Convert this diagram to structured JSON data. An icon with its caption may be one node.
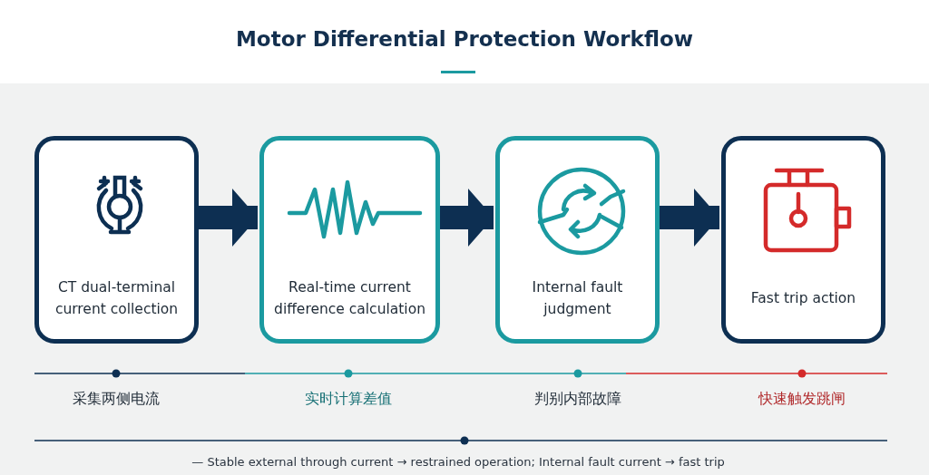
{
  "diagram": {
    "title": "Motor Differential Protection Workflow",
    "nodes": [
      {
        "text": [
          "CT dual-terminal current collection"
        ]
      },
      {
        "text": [
          "Real-time current difference calculation"
        ]
      },
      {
        "text": [
          "Internal fault judgment"
        ]
      },
      {
        "text": [
          "Fast trip action"
        ]
      }
    ],
    "edges": [
      {
        "from": 0,
        "to": 1,
        "arrow": "to"
      },
      {
        "from": 1,
        "to": 2,
        "arrow": "to"
      },
      {
        "from": 2,
        "to": 3,
        "arrow": "to"
      }
    ],
    "labels": [
      "采集两侧电流",
      "实时计算差值",
      "判别内部故障",
      "快速触发跳闸",
      "— Stable external through current → restrained operation; Internal fault current → fast trip"
    ]
  }
}
